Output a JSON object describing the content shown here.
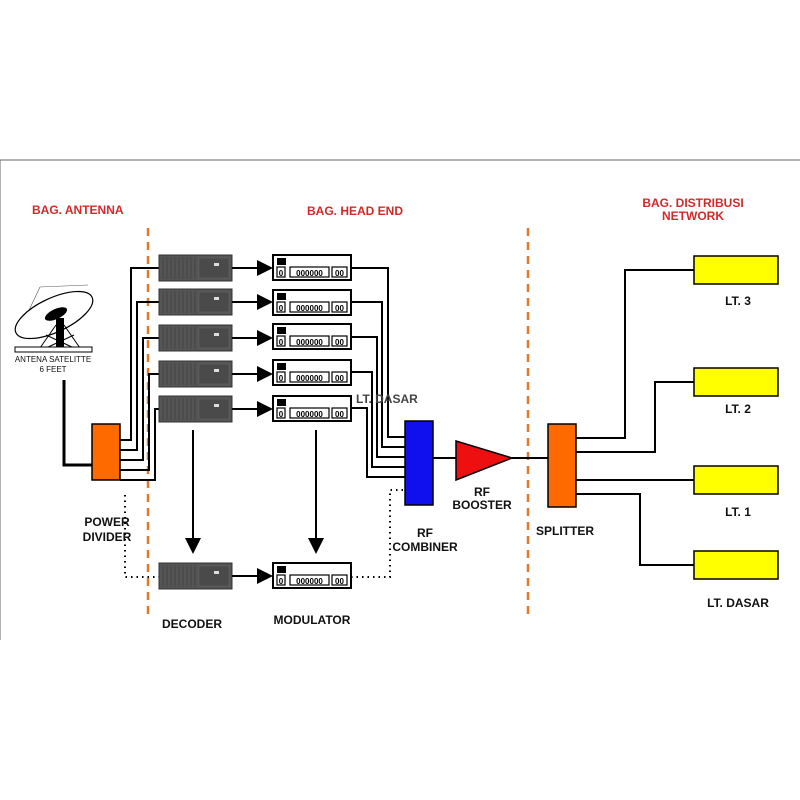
{
  "sections": {
    "antenna": "BAG. ANTENNA",
    "head_end": "BAG. HEAD END",
    "distribution_1": "BAG. DISTRIBUSI",
    "distribution_2": "NETWORK"
  },
  "antenna": {
    "label_1": "ANTENA SATELITTE",
    "label_2": "6 FEET"
  },
  "power_divider": {
    "label_1": "POWER",
    "label_2": "DIVIDER"
  },
  "decoder": {
    "label": "DECODER"
  },
  "modulator": {
    "label": "MODULATOR",
    "panel_digits": "000000",
    "panel_small": "00",
    "panel_single": "0"
  },
  "overlay_text": "LT. DASAR",
  "combiner": {
    "label_1": "RF",
    "label_2": "COMBINER"
  },
  "booster": {
    "label_1": "RF",
    "label_2": "BOOSTER"
  },
  "splitter": {
    "label": "SPLITTER"
  },
  "floors": [
    "LT. 3",
    "LT. 2",
    "LT. 1",
    "LT. DASAR"
  ],
  "colors": {
    "section_text": "#d22a2a",
    "divider_line": "#e07a2a",
    "power_divider": "#ff6a00",
    "combiner": "#1010ee",
    "booster": "#ee1010",
    "splitter": "#ff6a00",
    "floor_box": "#ffff00",
    "decoder": "#555555"
  }
}
